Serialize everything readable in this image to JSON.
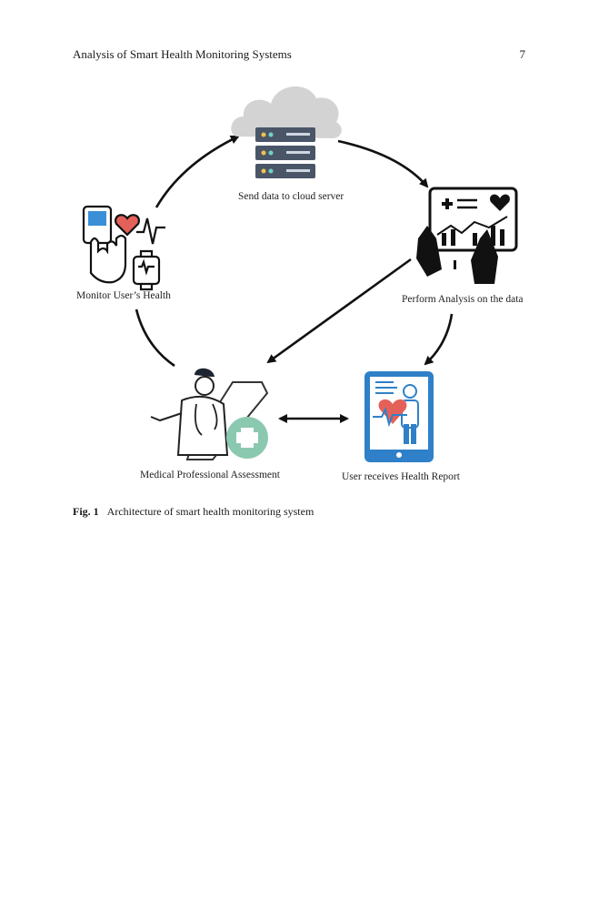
{
  "header": {
    "running_title": "Analysis of Smart Health Monitoring Systems",
    "page_number": "7"
  },
  "figure": {
    "nodes": {
      "cloud": {
        "label": "Send data to cloud server",
        "icon": "cloud-server-icon"
      },
      "analysis": {
        "label": "Perform Analysis on the data",
        "icon": "tablet-analytics-icon"
      },
      "monitor": {
        "label": "Monitor User’s Health",
        "icon": "health-monitor-icon"
      },
      "doctor": {
        "label": "Medical Professional Assessment",
        "icon": "doctor-icon"
      },
      "report": {
        "label": "User receives Health Report",
        "icon": "health-report-icon"
      }
    },
    "colors": {
      "cloud": "#d3d3d3",
      "server": "#4a5668",
      "heart": "#e4615a",
      "medical_green": "#8bc8b0",
      "tablet_blue": "#2f80c8",
      "ink": "#111111"
    }
  },
  "caption": {
    "label": "Fig. 1",
    "text": "Architecture of smart health monitoring system"
  }
}
